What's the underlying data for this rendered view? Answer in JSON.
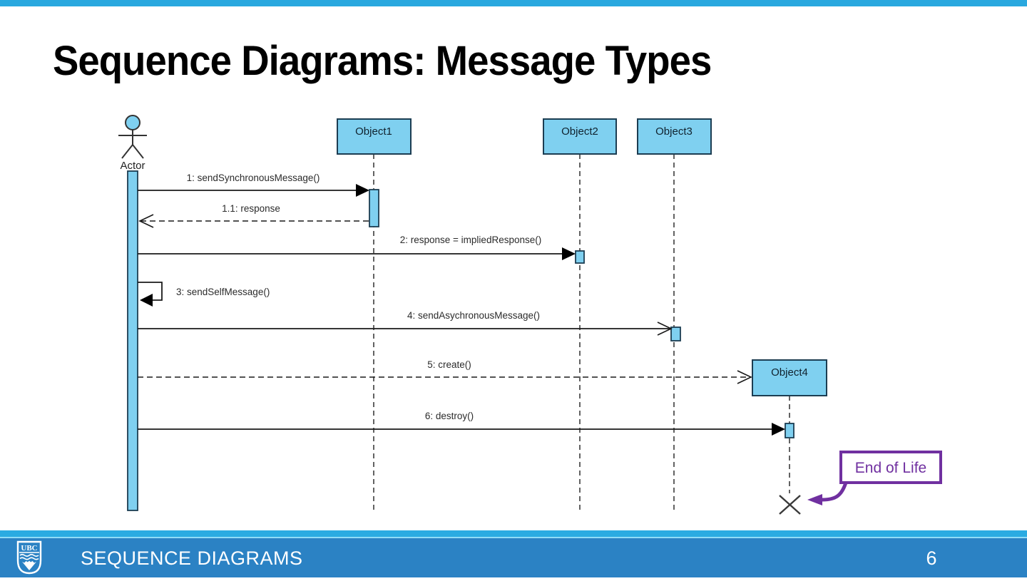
{
  "slide": {
    "title": "Sequence Diagrams: Message Types",
    "footer_section": "SEQUENCE DIAGRAMS",
    "page_number": "6",
    "logo_text": "UBC"
  },
  "diagram": {
    "actor_label": "Actor",
    "objects": {
      "object1": "Object1",
      "object2": "Object2",
      "object3": "Object3",
      "object4": "Object4"
    },
    "messages": {
      "msg1": "1: sendSynchronousMessage()",
      "msg1_1": "1.1: response",
      "msg2": "2: response = impliedResponse()",
      "msg3": "3: sendSelfMessage()",
      "msg4": "4: sendAsychronousMessage()",
      "msg5": "5: create()",
      "msg6": "6: destroy()"
    },
    "callout_label": "End of Life"
  },
  "icons": {
    "footer_logo": "ubc-shield-logo",
    "lifeline_end": "termination-x-icon"
  },
  "colors": {
    "top_accent": "#2AA8DF",
    "footer_band": "#2B82C4",
    "footer_strip": "#2AABE2",
    "object_fill": "#7FD0F0",
    "object_border": "#1C3D52",
    "callout_purple": "#7030A0",
    "line": "#2b2b2b"
  }
}
